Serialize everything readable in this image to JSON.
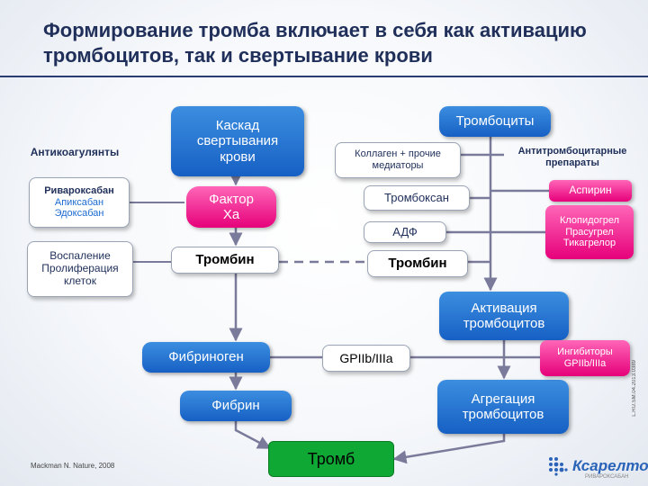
{
  "title": "Формирование тромба включает в себя как активацию тромбоцитов, так и свертывание крови",
  "left": {
    "anticoagulants": "Антикоагулянты",
    "drugs": [
      "Ривароксабан",
      "Апиксабан",
      "Эдоксабан"
    ],
    "inflammation": "Воспаление\nПролиферация\nклеток"
  },
  "cascade": {
    "cascade": "Каскад\nсвертывания\nкрови",
    "factor_xa": "Фактор\nXa",
    "thrombin": "Тромбин",
    "fibrinogen": "Фибриноген",
    "fibrin": "Фибрин",
    "thrombus": "Тромб"
  },
  "platelets": {
    "platelets": "Тромбоциты",
    "collagen": "Коллаген + прочие\nмедиаторы",
    "thromboxane": "Тромбоксан",
    "adp": "АДФ",
    "thrombin": "Тромбин",
    "activation": "Активация\nтромбоцитов",
    "gp": "GPIIb/IIIa",
    "aggregation": "Агрегация\nтромбоцитов"
  },
  "right": {
    "antiplatelet": "Антитромбоцитарные\nпрепараты",
    "aspirin": "Аспирин",
    "p2y12": "Клопидогрел\nПрасугрел\nТикагрелор",
    "gp_inhibitors": "Ингибиторы\nGPIIb/IIIa"
  },
  "footer": {
    "source": "Mackman N. Nature, 2008",
    "logo": "Ксарелто",
    "logo_sub": "РИВАРОКСАБАН",
    "side_note": "L.RU.SM.04.2013.0389"
  },
  "colors": {
    "blue": "#1d6fd6",
    "pink": "#e6007a",
    "green": "#10a834",
    "title": "#1f2f5a"
  }
}
